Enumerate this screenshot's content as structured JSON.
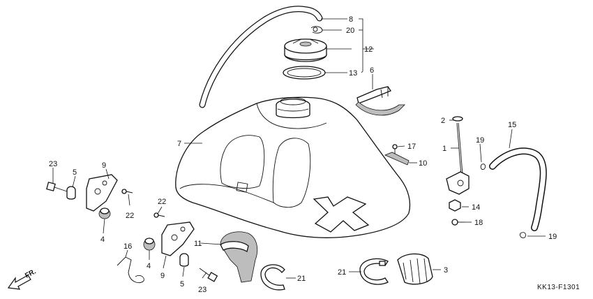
{
  "labels": {
    "p1": "1",
    "p2": "2",
    "p3": "3",
    "p4a": "4",
    "p4b": "4",
    "p5a": "5",
    "p5b": "5",
    "p6": "6",
    "p7": "7",
    "p8": "8",
    "p9a": "9",
    "p9b": "9",
    "p10": "10",
    "p11": "11",
    "p12": "12",
    "p13": "13",
    "p14": "14",
    "p15": "15",
    "p16": "16",
    "p17": "17",
    "p18": "18",
    "p19a": "19",
    "p19b": "19",
    "p20": "20",
    "p21a": "21",
    "p21b": "21",
    "p22a": "22",
    "p22b": "22",
    "p23a": "23",
    "p23b": "23"
  },
  "direction_label": "FR.",
  "diagram_code": "KK13-F1301"
}
